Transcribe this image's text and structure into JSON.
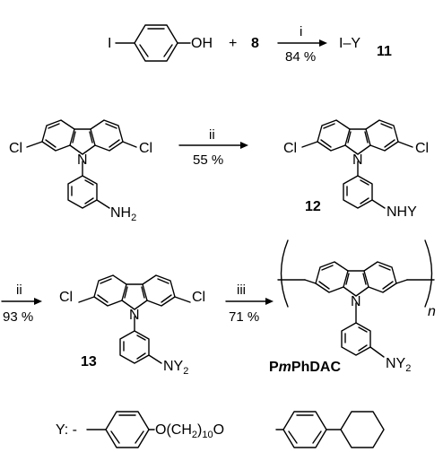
{
  "scheme": {
    "row1": {
      "iodo": "I",
      "hydroxy": "OH",
      "plus": "+",
      "reagent": "8",
      "step": "i",
      "yield": "84 %",
      "product": "I–Y",
      "product_id": "11"
    },
    "row2": {
      "cl_left": "Cl",
      "cl_right": "Cl",
      "n": "N",
      "amine_main": "NH",
      "amine_sub": "2",
      "step": "ii",
      "yield": "55 %",
      "p_cl_left": "Cl",
      "p_cl_right": "Cl",
      "p_n": "N",
      "product_id": "12",
      "product_group": "NHY"
    },
    "row3": {
      "step_a": "ii",
      "yield_a": "93 %",
      "cl_left": "Cl",
      "cl_right": "Cl",
      "n": "N",
      "ny_main": "NY",
      "ny_sub": "2",
      "compound_id": "13",
      "step_b": "iii",
      "yield_b": "71 %",
      "p_n": "N",
      "repeat": "n",
      "p_ny_main": "NY",
      "p_ny_sub": "2",
      "polymer_p": "P",
      "polymer_m": "m",
      "polymer_rest": "PhDAC"
    },
    "row4": {
      "y_label": "Y: -",
      "linker_a": "O(CH",
      "linker_sub_a": "2",
      "linker_b": ")",
      "linker_sub_b": "10",
      "linker_c": "O"
    }
  }
}
